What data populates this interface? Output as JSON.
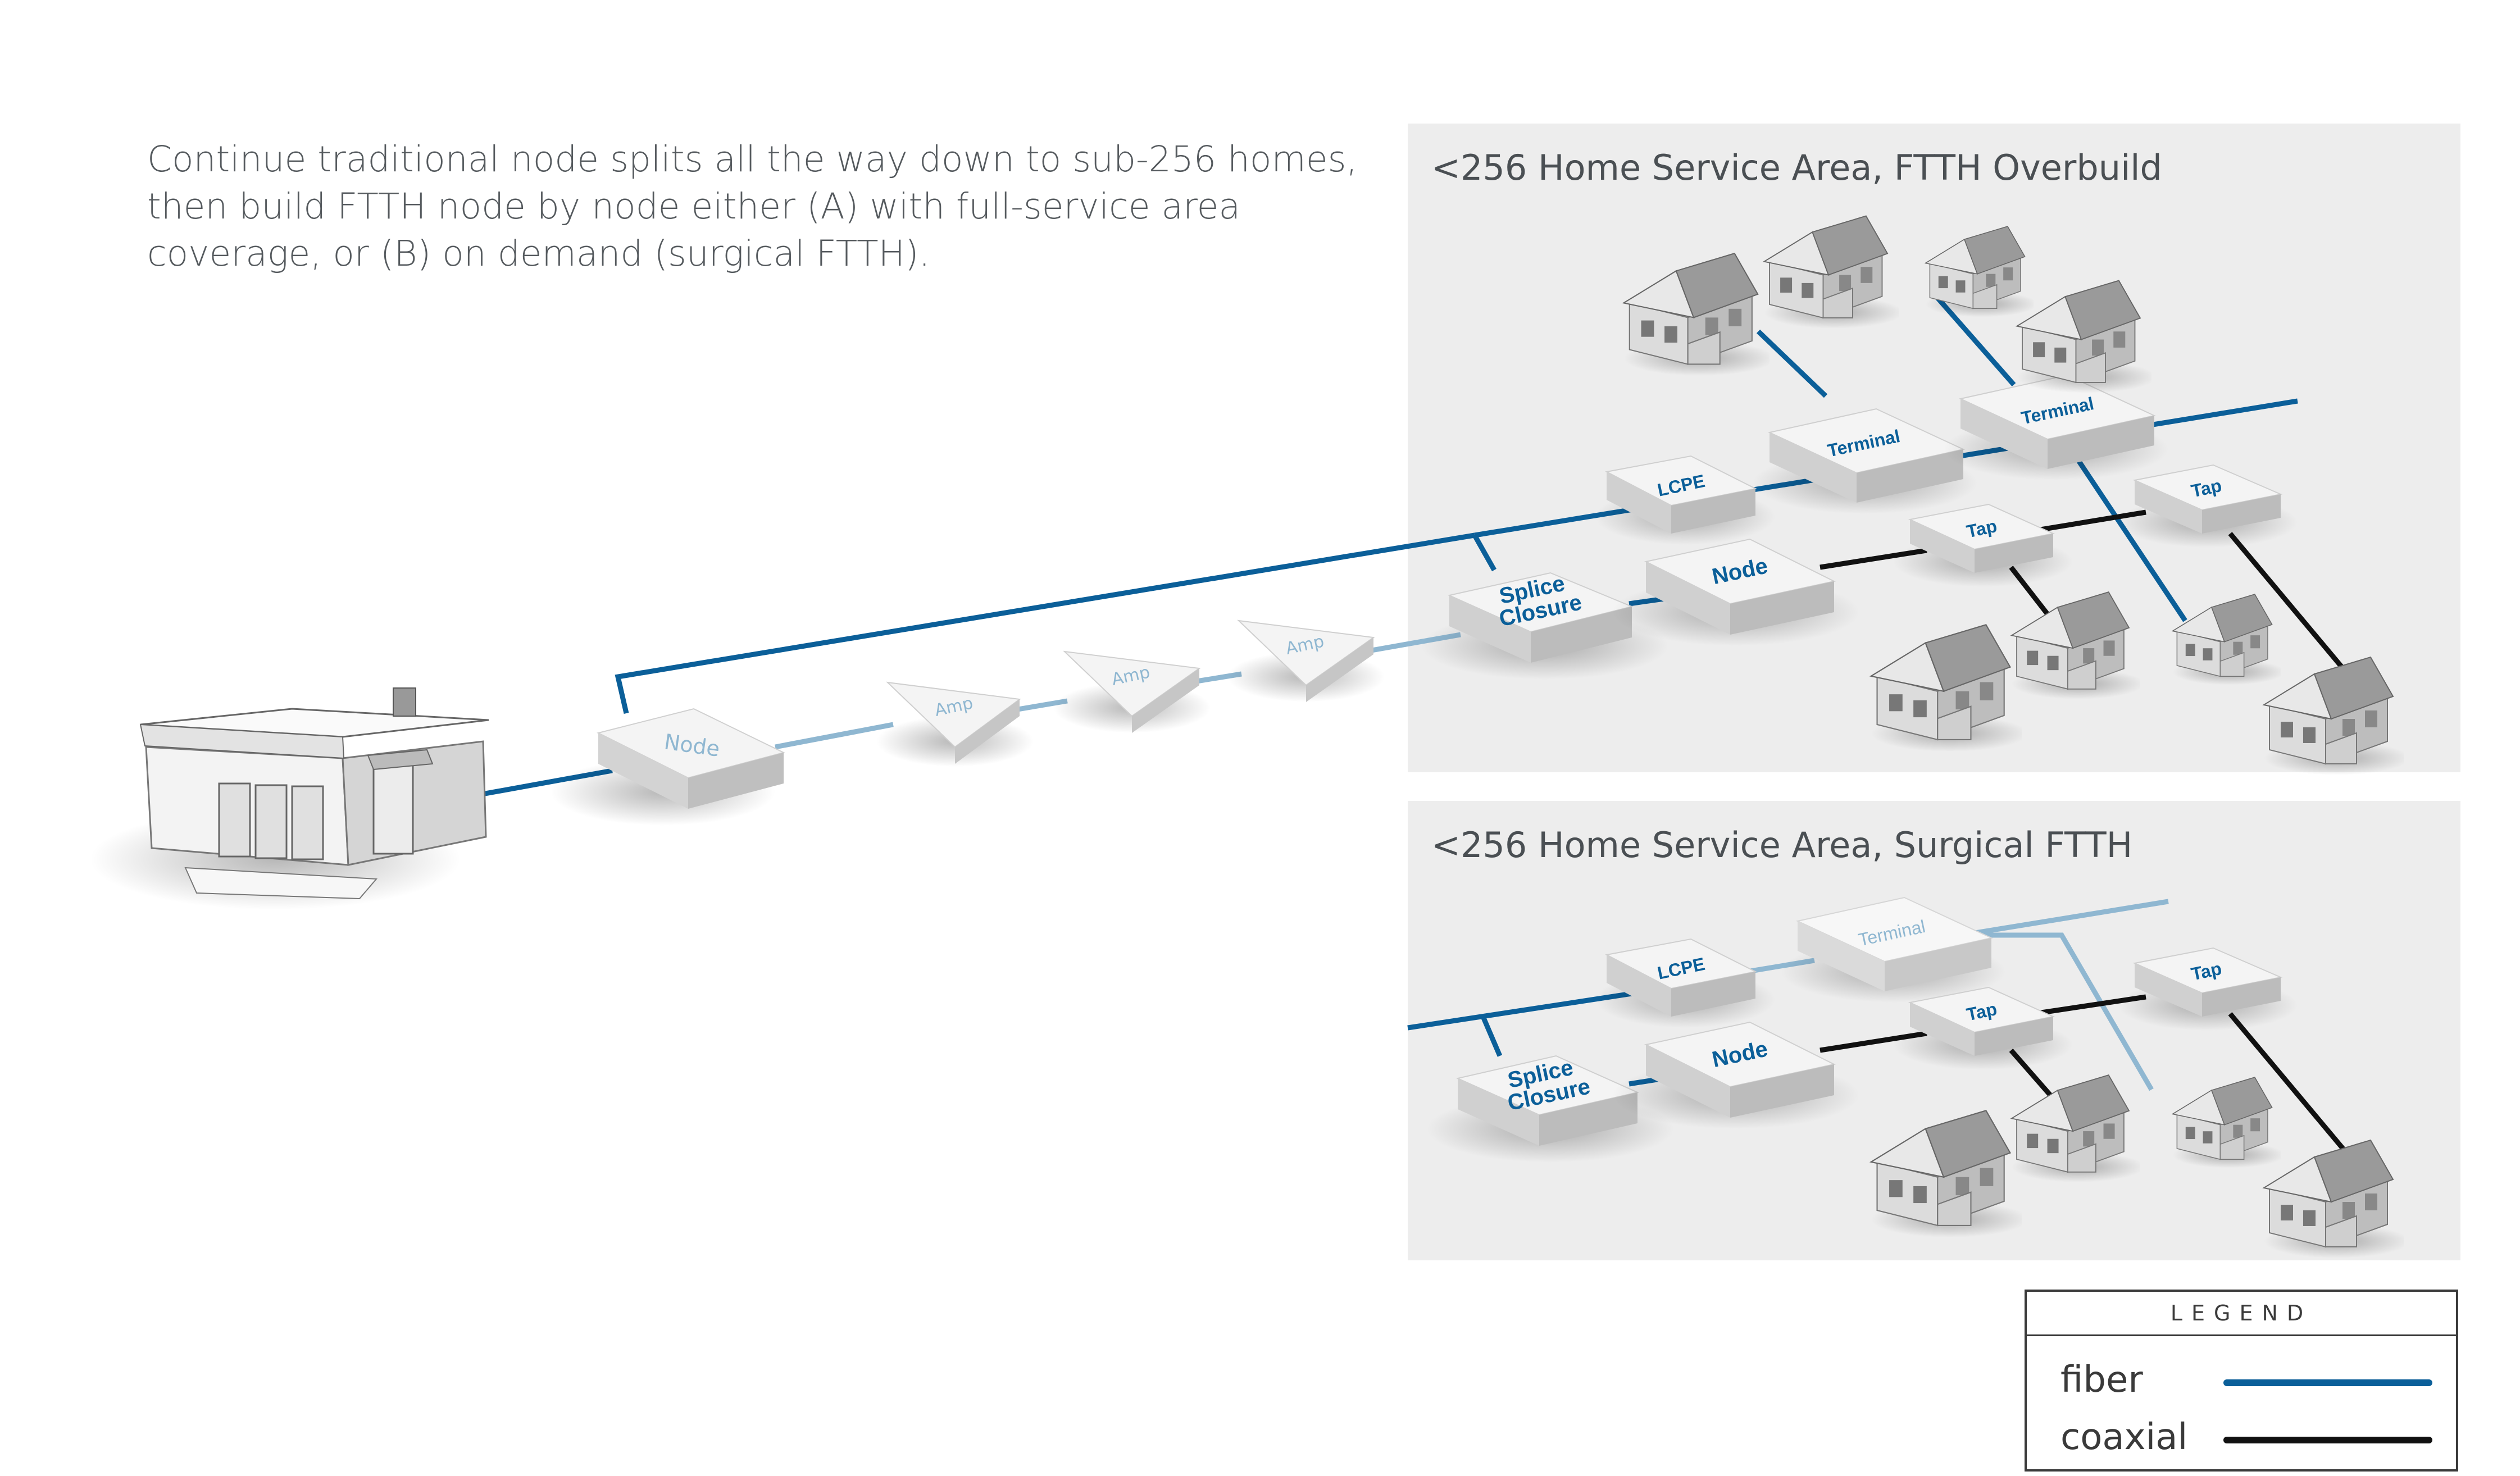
{
  "intro": {
    "lines": [
      "Continue traditional node splits all the way down to sub-256 homes,",
      "then build FTTH node by node either (A) with full-service area",
      "coverage, or (B) on demand (surgical FTTH)."
    ]
  },
  "panel_a": {
    "title": "<256 Home Service Area, FTTH Overbuild",
    "splice_line1": "Splice",
    "splice_line2": "Closure",
    "node": "Node",
    "lcpe": "LCPE",
    "terminal1": "Terminal",
    "terminal2": "Terminal",
    "tap1": "Tap",
    "tap2": "Tap"
  },
  "panel_b": {
    "title": "<256 Home Service Area, Surgical FTTH",
    "splice_line1": "Splice",
    "splice_line2": "Closure",
    "node": "Node",
    "lcpe": "LCPE",
    "terminal": "Terminal",
    "tap1": "Tap",
    "tap2": "Tap"
  },
  "trunk": {
    "node": "Node",
    "amp1": "Amp",
    "amp2": "Amp",
    "amp3": "Amp"
  },
  "legend": {
    "title": "LEGEND",
    "items": [
      {
        "label": "fiber",
        "color": "#0b5f99"
      },
      {
        "label": "coaxial",
        "color": "#111111"
      }
    ]
  },
  "colors": {
    "fiber": "#0b5f99",
    "coax_light": "#8fb7d1",
    "coax": "#111111",
    "panel": "#ededed",
    "box_top": "#f4f4f4",
    "box_side": "#c9c9c9"
  }
}
